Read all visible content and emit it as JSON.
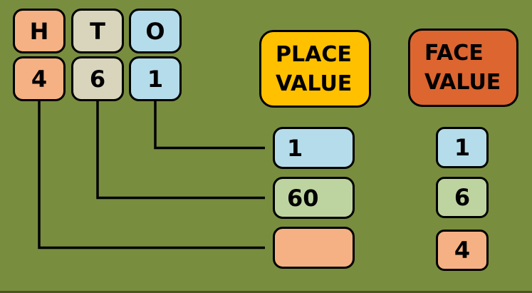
{
  "diagram": {
    "grid": {
      "columns": [
        {
          "letter": "H",
          "digit": "4"
        },
        {
          "letter": "T",
          "digit": "6"
        },
        {
          "letter": "O",
          "digit": "1"
        }
      ]
    },
    "place_value": {
      "title_line1": "PLACE",
      "title_line2": "VALUE",
      "items": [
        {
          "value": "1"
        },
        {
          "value": "60"
        },
        {
          "value": ""
        }
      ]
    },
    "face_value": {
      "title_line1": "FACE",
      "title_line2": "VALUE",
      "items": [
        {
          "value": "1"
        },
        {
          "value": "6"
        },
        {
          "value": "4"
        }
      ]
    }
  },
  "colors": {
    "background": "#798D3F",
    "bottom_strip": "#4A5522",
    "peach": "#F5B183",
    "tan": "#D8D5BC",
    "blue": "#B5DCEA",
    "green": "#BED4A0",
    "yellow": "#FFC000",
    "red_orange": "#DC6530",
    "arrow": "#000000"
  }
}
